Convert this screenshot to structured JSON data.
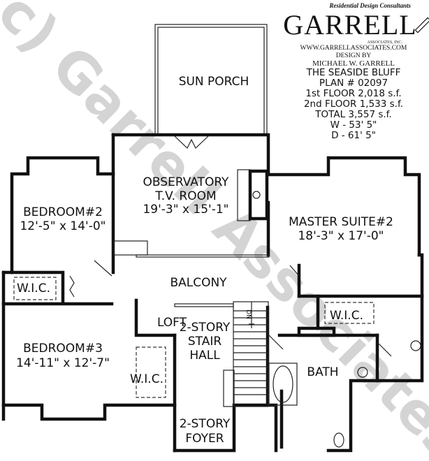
{
  "watermark": "(c) Garrell Associates",
  "title_block": {
    "tagline": "Residential Design Consultants",
    "logo_text": "GARRELL",
    "logo_sub": "ASSOCIATES, INC.",
    "website": "WWW.GARRELLASSOCIATES.COM",
    "design_by": "DESIGN BY",
    "designer": "MICHAEL W. GARRELL",
    "plan_name": "THE SEASIDE BLUFF",
    "plan_number": "PLAN # 02097",
    "first_floor": "1st FLOOR  2,018 s.f.",
    "second_floor": "2nd FLOOR  1,533 s.f.",
    "total": "TOTAL  3,557 s.f.",
    "width": "W - 53' 5\"",
    "depth": "D - 61' 5\""
  },
  "rooms": {
    "sun_porch": "SUN PORCH",
    "observatory_1": "OBSERVATORY",
    "observatory_2": "T.V. ROOM",
    "observatory_dim": "19'-3\" x 15'-1\"",
    "bedroom2": "BEDROOM#2",
    "bedroom2_dim": "12'-5\" x 14'-0\"",
    "master": "MASTER SUITE#2",
    "master_dim": "18'-3\" x 17'-0\"",
    "balcony": "BALCONY",
    "wic": "W.I.C.",
    "loft": "LOFT",
    "bedroom3": "BEDROOM#3",
    "bedroom3_dim": "14'-11\" x 12'-7\"",
    "stair_1": "2-STORY",
    "stair_2": "STAIR",
    "stair_3": "HALL",
    "foyer_1": "2-STORY",
    "foyer_2": "FOYER",
    "bath": "BATH",
    "stair_dn": "DN"
  }
}
